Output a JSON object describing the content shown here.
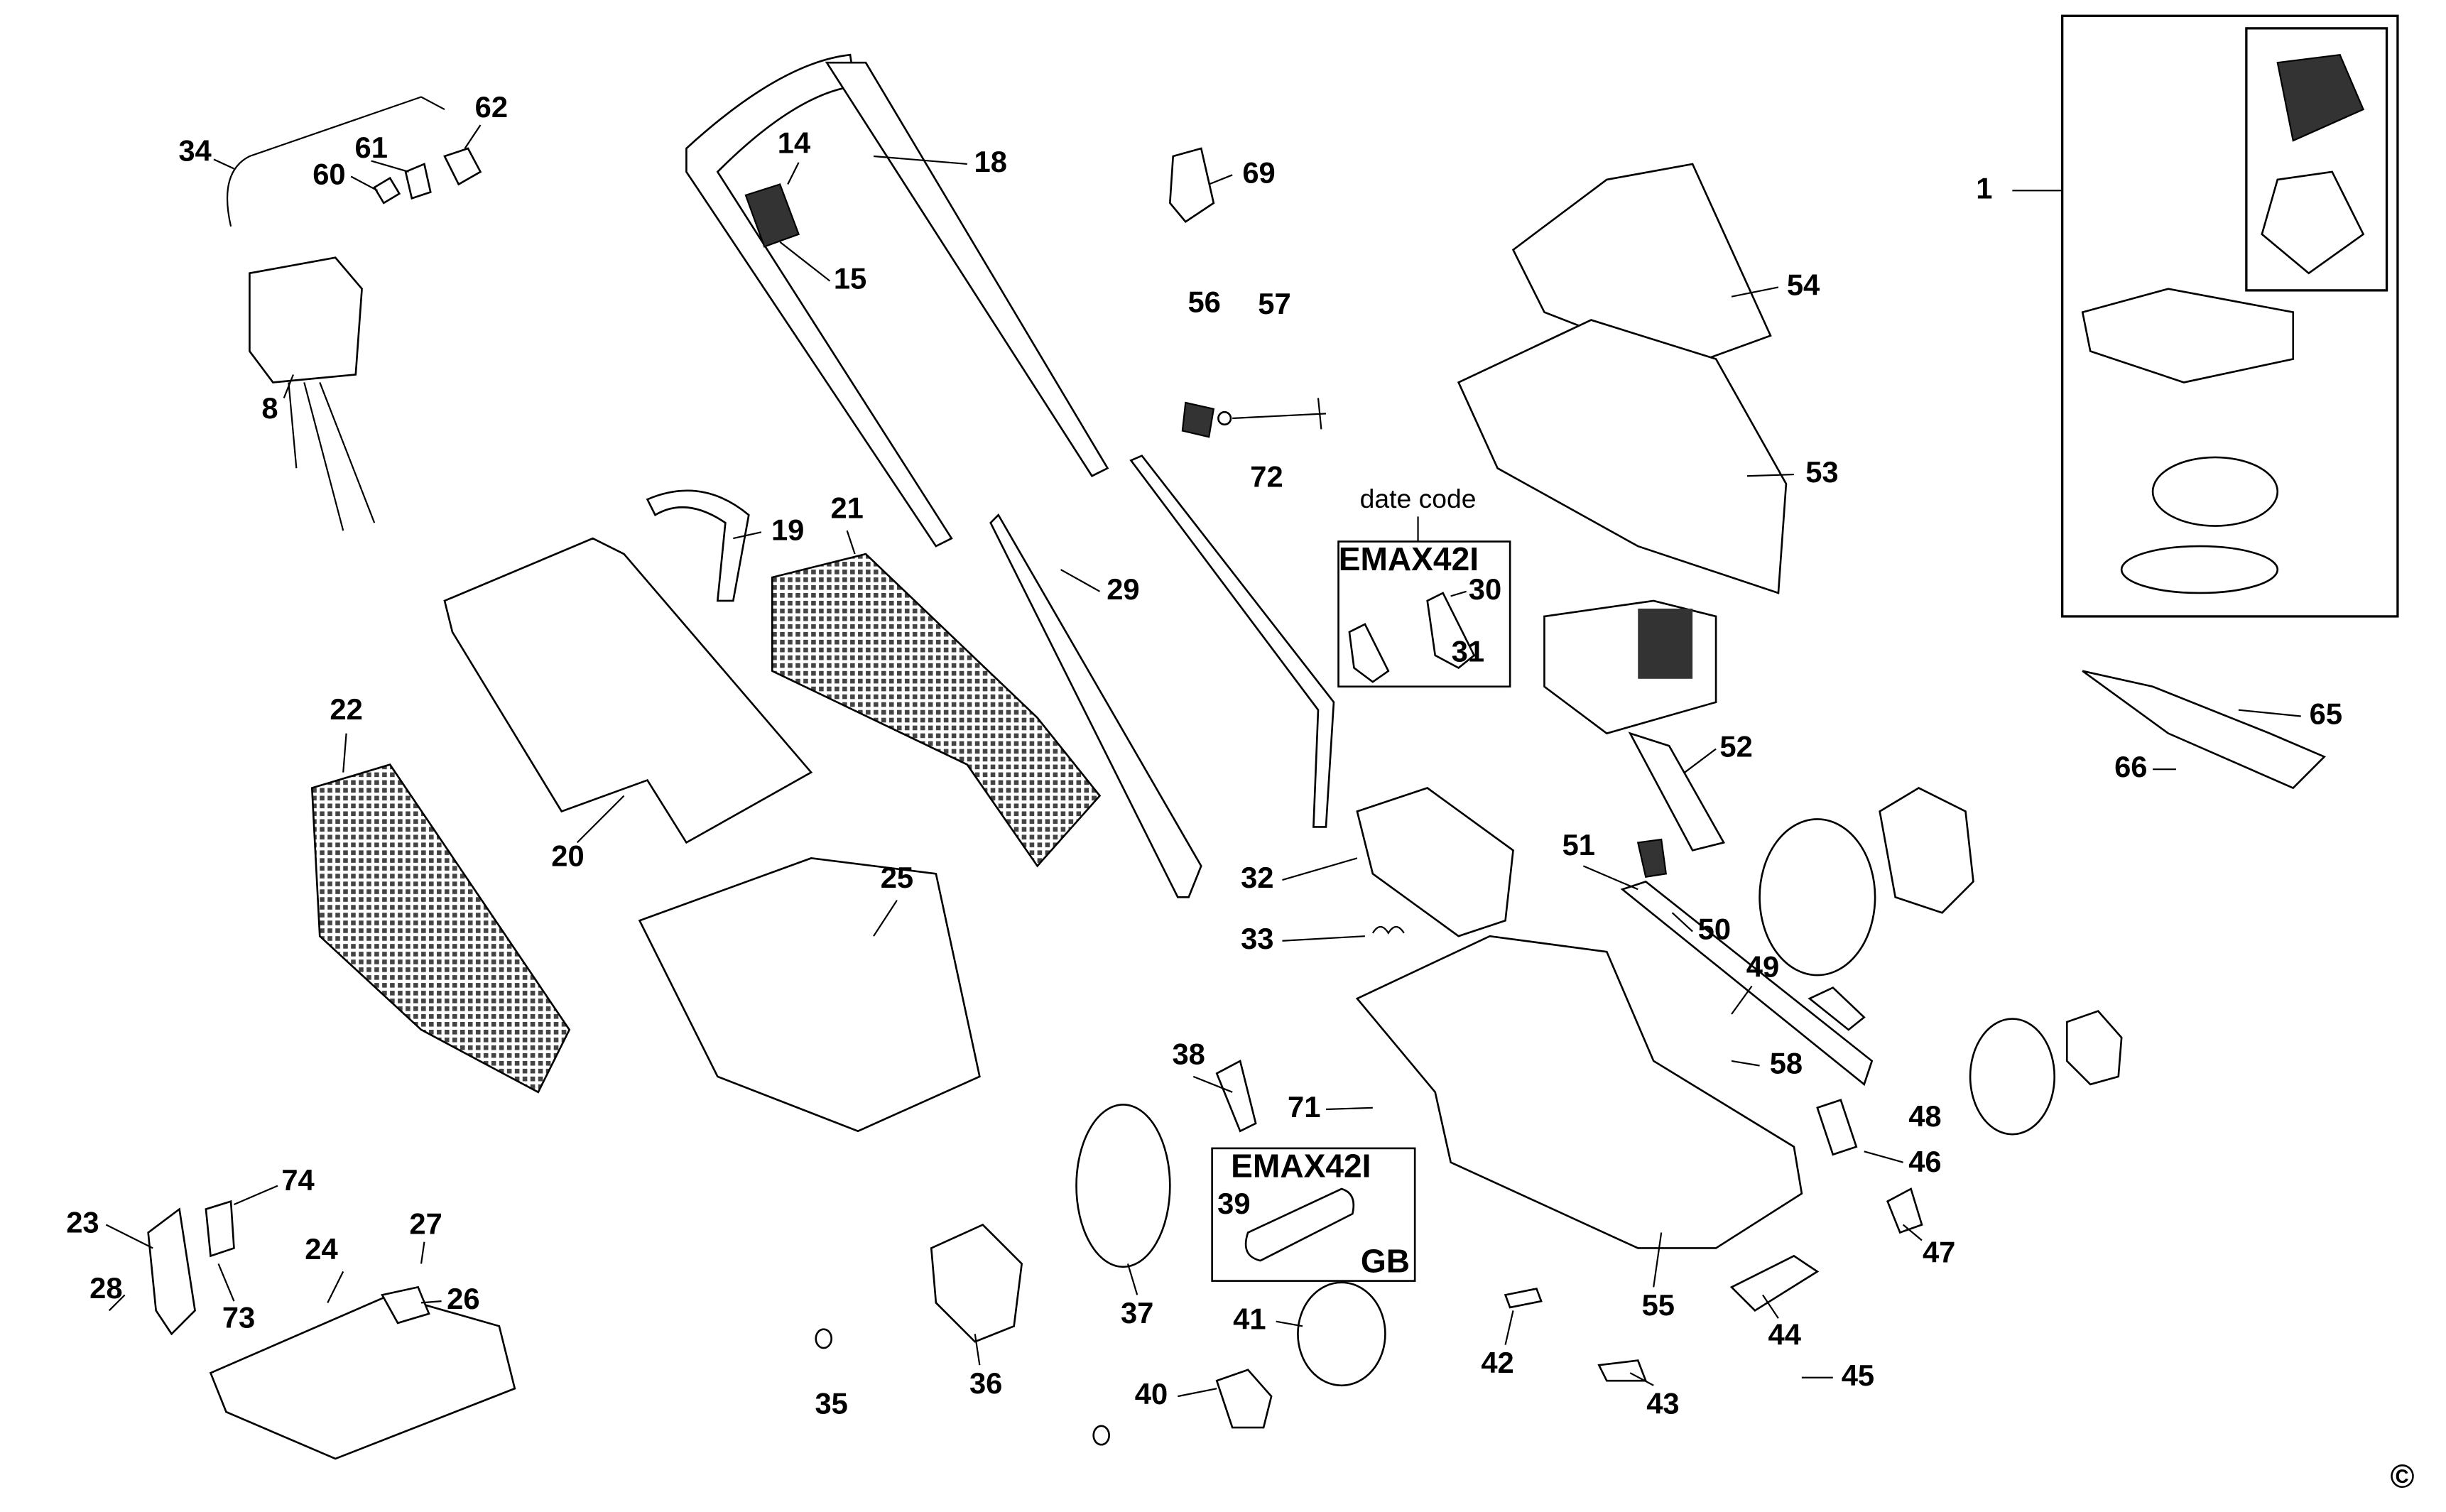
{
  "diagram": {
    "part_numbers": [
      "34",
      "61",
      "62",
      "60",
      "14",
      "18",
      "69",
      "1",
      "15",
      "54",
      "8",
      "56",
      "57",
      "72",
      "53",
      "19",
      "21",
      "29",
      "30",
      "31",
      "65",
      "22",
      "52",
      "66",
      "20",
      "51",
      "32",
      "25",
      "50",
      "33",
      "49",
      "58",
      "38",
      "71",
      "48",
      "46",
      "74",
      "23",
      "27",
      "39",
      "24",
      "47",
      "26",
      "28",
      "73",
      "55",
      "37",
      "41",
      "44",
      "42",
      "45",
      "36",
      "35",
      "40",
      "43"
    ],
    "date_code_label": "date code",
    "model_box_1": {
      "model": "EMAX42I"
    },
    "model_box_2": {
      "model": "EMAX42I",
      "region": "GB"
    },
    "copyright": "©"
  }
}
